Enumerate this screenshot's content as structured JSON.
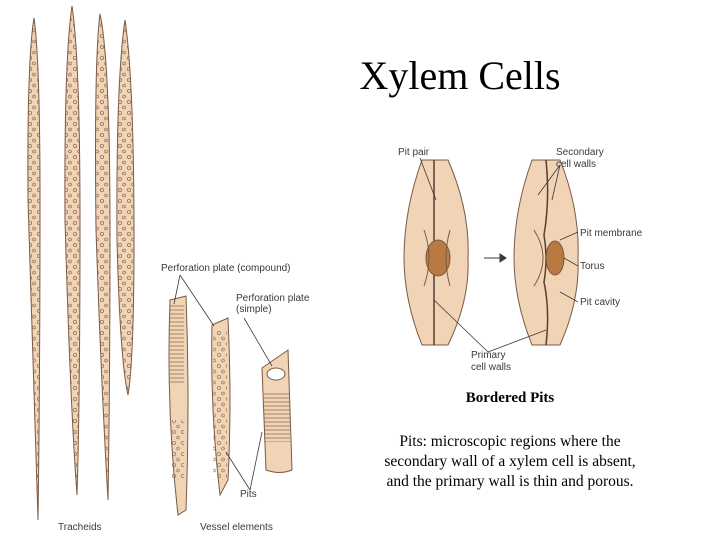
{
  "title": "Xylem Cells",
  "labels": {
    "tracheids": "Tracheids",
    "vessel_elements": "Vessel elements",
    "perforation_compound": "Perforation plate (compound)",
    "perforation_simple_line1": "Perforation plate",
    "perforation_simple_line2": "(simple)",
    "pits": "Pits",
    "pit_pair": "Pit pair",
    "secondary_walls_line1": "Secondary",
    "secondary_walls_line2": "cell walls",
    "pit_membrane": "Pit membrane",
    "torus": "Torus",
    "pit_cavity": "Pit cavity",
    "primary_walls_line1": "Primary",
    "primary_walls_line2": "cell walls"
  },
  "caption": {
    "heading": "Bordered Pits",
    "term": "Pits",
    "text": ": microscopic regions where the secondary wall of a xylem cell is absent, and the primary wall is thin and porous."
  },
  "colors": {
    "cell_fill": "#f1d3b6",
    "cell_outline": "#7a5a45",
    "torus": "#b87a42",
    "text_dark": "#3a3a3a"
  }
}
